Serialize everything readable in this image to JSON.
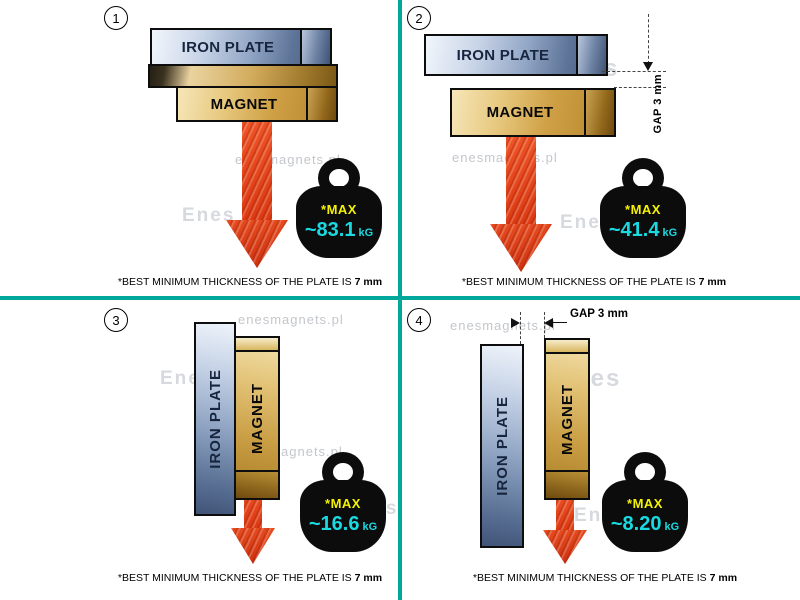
{
  "theme": {
    "divider_color": "#00A79B",
    "arrow_color": "#E8401C",
    "max_label_color": "#F5F200",
    "value_color": "#1BD9E0",
    "plate_color": "#8EA3C2",
    "magnet_color": "#D2A84E",
    "weight_color": "#0C0C0C"
  },
  "watermark": {
    "site": "enesmagnets.pl",
    "logo": "Enes"
  },
  "labels": {
    "plate": "IRON PLATE",
    "magnet": "MAGNET",
    "max": "*MAX",
    "unit": "kG"
  },
  "caption": {
    "prefix": "*BEST MINIMUM THICKNESS OF THE PLATE IS",
    "bold": "7 mm"
  },
  "quadrants": [
    {
      "number": "1",
      "value": "~83.1"
    },
    {
      "number": "2",
      "value": "~41.4",
      "gap": "GAP  3 mm"
    },
    {
      "number": "3",
      "value": "~16.6"
    },
    {
      "number": "4",
      "value": "~8.20",
      "gap": "GAP  3 mm"
    }
  ]
}
